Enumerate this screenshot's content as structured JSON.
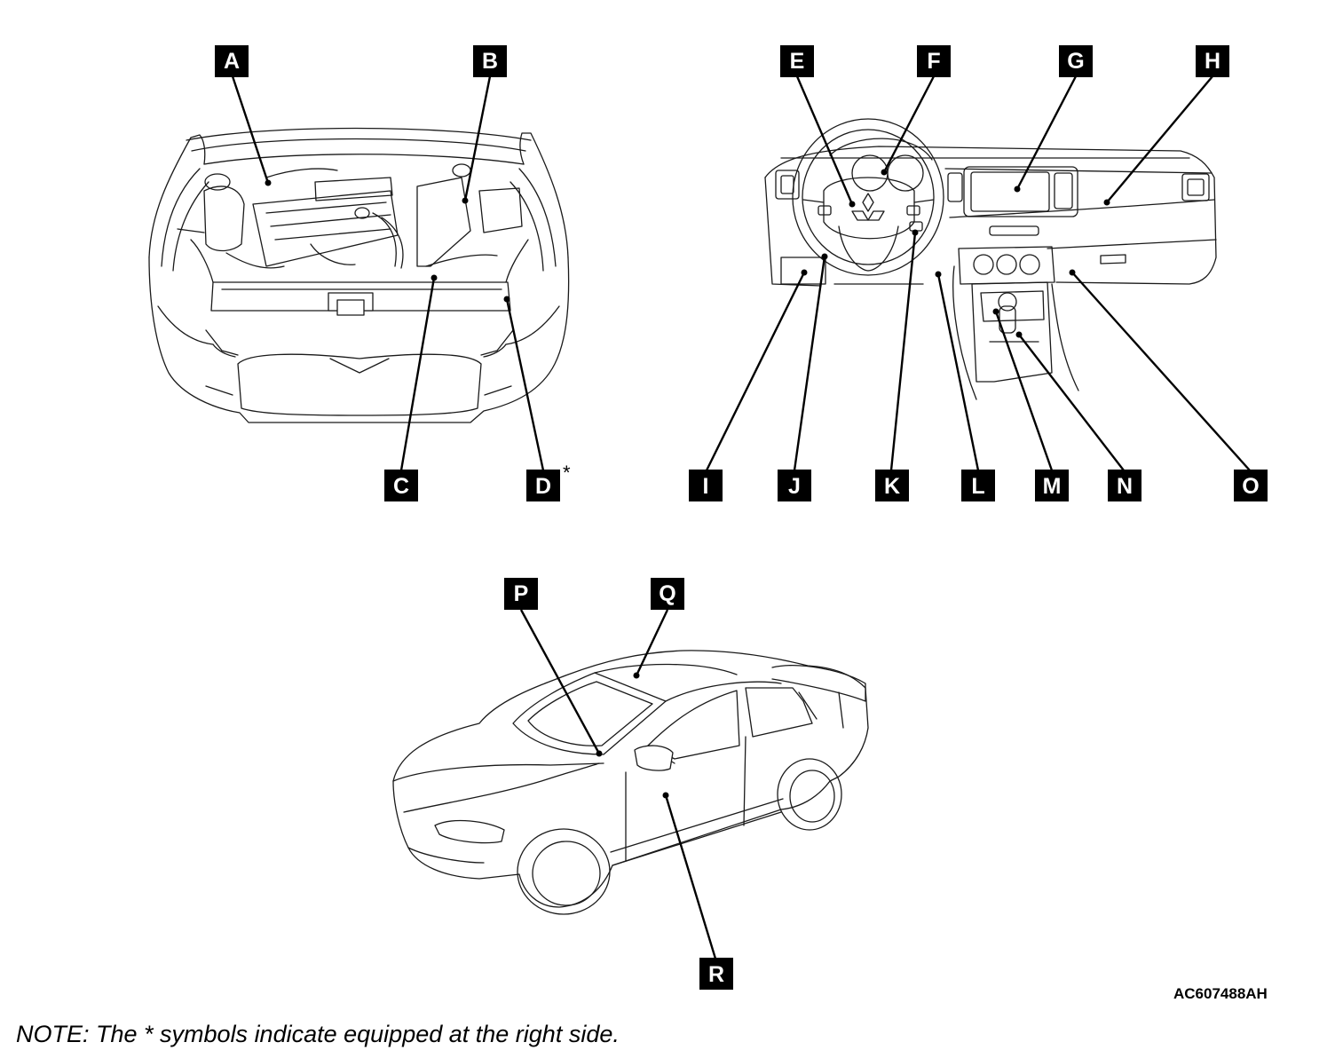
{
  "callouts": [
    {
      "label": "A",
      "note": ""
    },
    {
      "label": "B",
      "note": ""
    },
    {
      "label": "C",
      "note": ""
    },
    {
      "label": "D",
      "note": "*"
    },
    {
      "label": "E",
      "note": ""
    },
    {
      "label": "F",
      "note": ""
    },
    {
      "label": "G",
      "note": ""
    },
    {
      "label": "H",
      "note": ""
    },
    {
      "label": "I",
      "note": ""
    },
    {
      "label": "J",
      "note": ""
    },
    {
      "label": "K",
      "note": ""
    },
    {
      "label": "L",
      "note": ""
    },
    {
      "label": "M",
      "note": ""
    },
    {
      "label": "N",
      "note": ""
    },
    {
      "label": "O",
      "note": ""
    },
    {
      "label": "P",
      "note": ""
    },
    {
      "label": "Q",
      "note": ""
    },
    {
      "label": "R",
      "note": ""
    }
  ],
  "figure_id": "AC607488AH",
  "note": "NOTE: The * symbols indicate equipped at the right side."
}
